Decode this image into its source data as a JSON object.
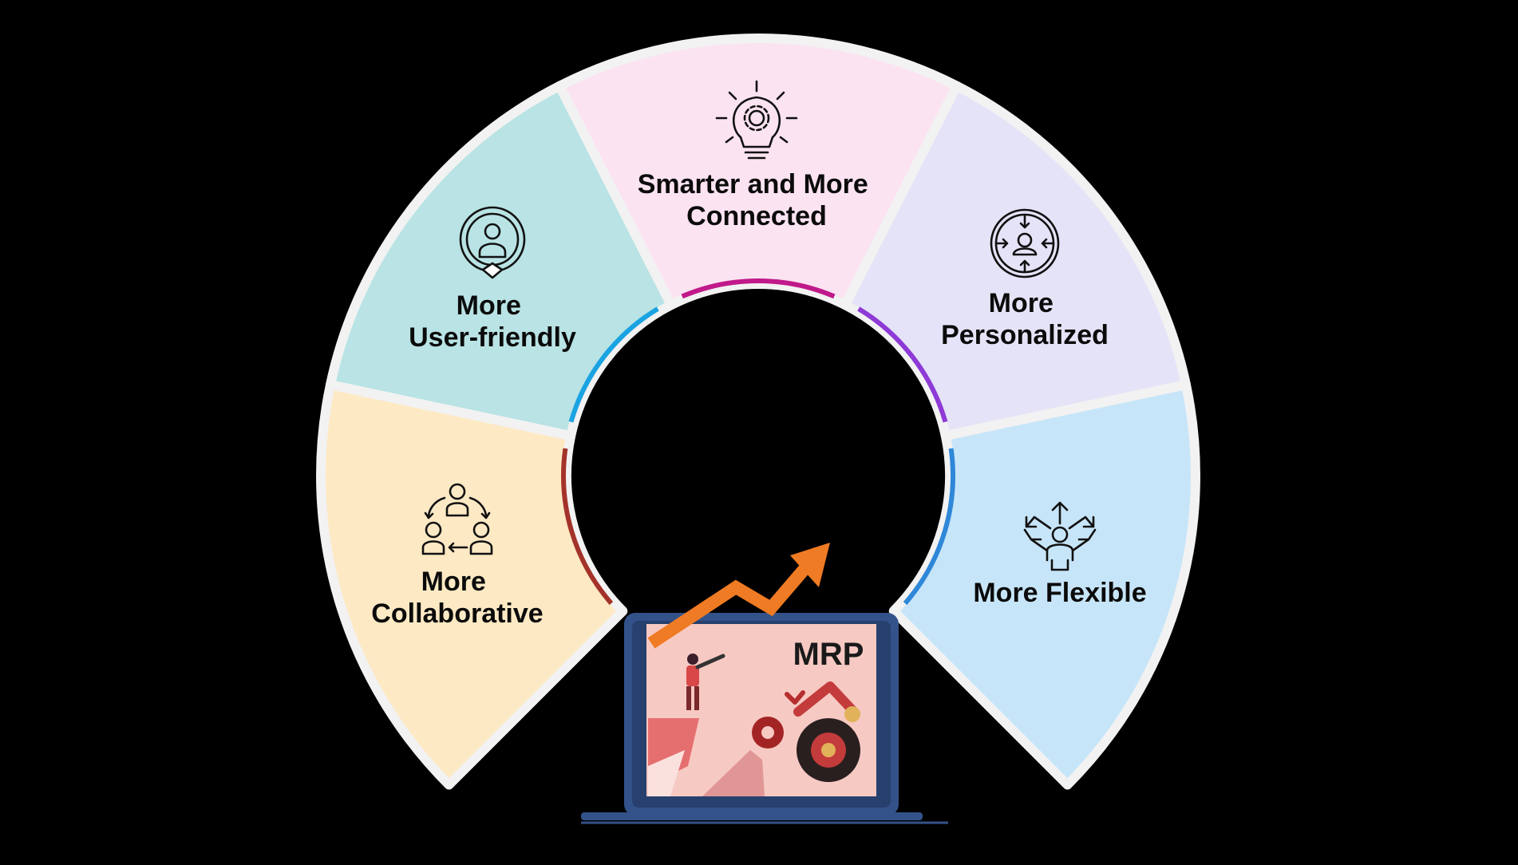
{
  "segments": [
    {
      "id": "collaborative",
      "label_lines": [
        "More",
        "Collaborative"
      ],
      "icon": "collaboration-icon",
      "fill": "#fde9c4",
      "accent": "#a3332a"
    },
    {
      "id": "user-friendly",
      "label_lines": [
        "More",
        "User-friendly"
      ],
      "icon": "user-badge-icon",
      "fill": "#b9e3e4",
      "accent": "#1aa3e3"
    },
    {
      "id": "connected",
      "label_lines": [
        "Smarter and More",
        "Connected"
      ],
      "icon": "lightbulb-gear-icon",
      "fill": "#fbe3f1",
      "accent": "#c0198a"
    },
    {
      "id": "personalized",
      "label_lines": [
        "More",
        "Personalized"
      ],
      "icon": "person-target-icon",
      "fill": "#e5e3f7",
      "accent": "#8e3ad6"
    },
    {
      "id": "flexible",
      "label_lines": [
        "More Flexible"
      ],
      "icon": "flexible-directions-icon",
      "fill": "#c7e5f8",
      "accent": "#2f87d8"
    }
  ],
  "laptop": {
    "title": "MRP",
    "screen_color": "#f7c9c3",
    "frame_color": "#34528a",
    "arrow_color": "#ef7b24"
  },
  "colors": {
    "background": "#000000",
    "ring_border": "#f2f2f2"
  }
}
